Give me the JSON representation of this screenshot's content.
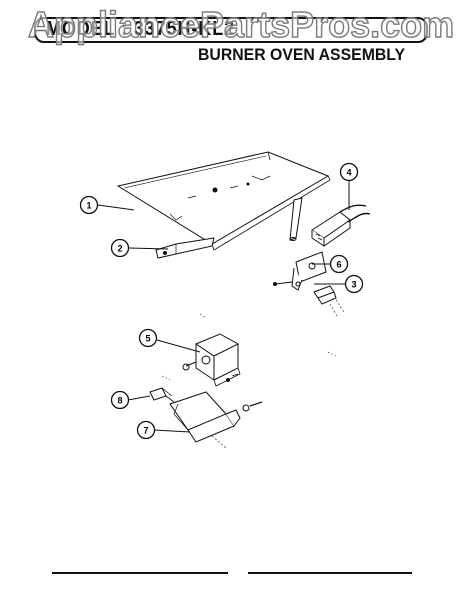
{
  "header": {
    "model_text": "MODEL : 3375H-KL2",
    "title": "BURNER OVEN ASSEMBLY"
  },
  "watermark": "AppliancePartsPros.com",
  "callouts": [
    "1",
    "2",
    "3",
    "4",
    "5",
    "6",
    "7",
    "8"
  ]
}
